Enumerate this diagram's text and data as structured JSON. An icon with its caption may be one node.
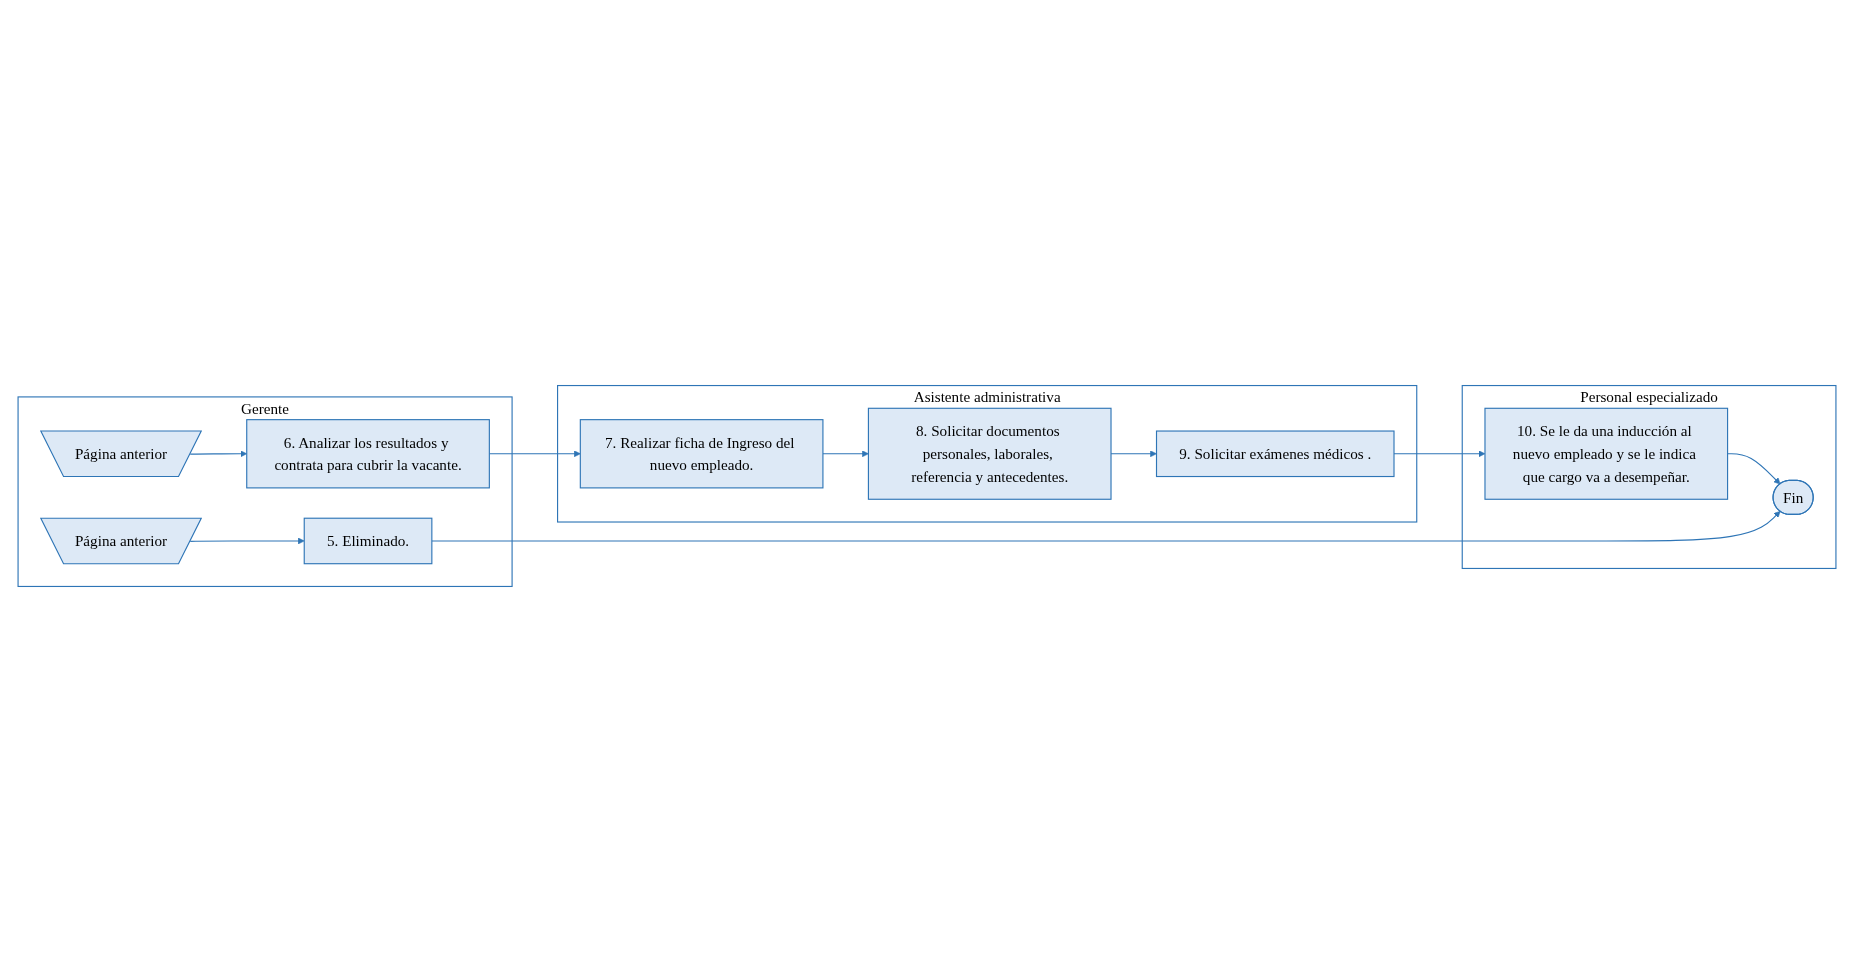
{
  "diagram": {
    "nodes": [
      {
        "text": [
          "Gerente"
        ]
      },
      {
        "text": [
          "Asistente administrativa"
        ]
      },
      {
        "text": [
          "Personal especializado"
        ]
      },
      {
        "text": [
          "Página anterior"
        ],
        "in": 0
      },
      {
        "text": [
          "Página anterior"
        ],
        "in": 0
      },
      {
        "text": [
          "6. Analizar los resultados y contrata para cubrir la vacante."
        ],
        "in": 0
      },
      {
        "text": [
          "5. Eliminado."
        ],
        "in": 0
      },
      {
        "text": [
          "7. Realizar ficha de Ingreso del nuevo empleado."
        ],
        "in": 1
      },
      {
        "text": [
          "8. Solicitar documentos personales, laborales, referencia y antecedentes."
        ],
        "in": 1
      },
      {
        "text": [
          "9. Solicitar exámenes médicos ."
        ],
        "in": 1
      },
      {
        "text": [
          "10. Se le da una inducción al nuevo empleado y se le indica que cargo va a desempeñar."
        ],
        "in": 2
      },
      {
        "text": [
          "Fin"
        ],
        "in": 2
      }
    ],
    "edges": [
      {
        "from": 3,
        "to": 6,
        "arrow": "to"
      },
      {
        "from": 4,
        "to": 5,
        "arrow": "to"
      },
      {
        "from": 5,
        "to": 7,
        "arrow": "to"
      },
      {
        "from": 7,
        "to": 8,
        "arrow": "to"
      },
      {
        "from": 8,
        "to": 9,
        "arrow": "to"
      },
      {
        "from": 9,
        "to": 10,
        "arrow": "to"
      },
      {
        "from": 10,
        "to": 11,
        "arrow": "to"
      },
      {
        "from": 6,
        "to": 11,
        "arrow": "to"
      }
    ]
  }
}
